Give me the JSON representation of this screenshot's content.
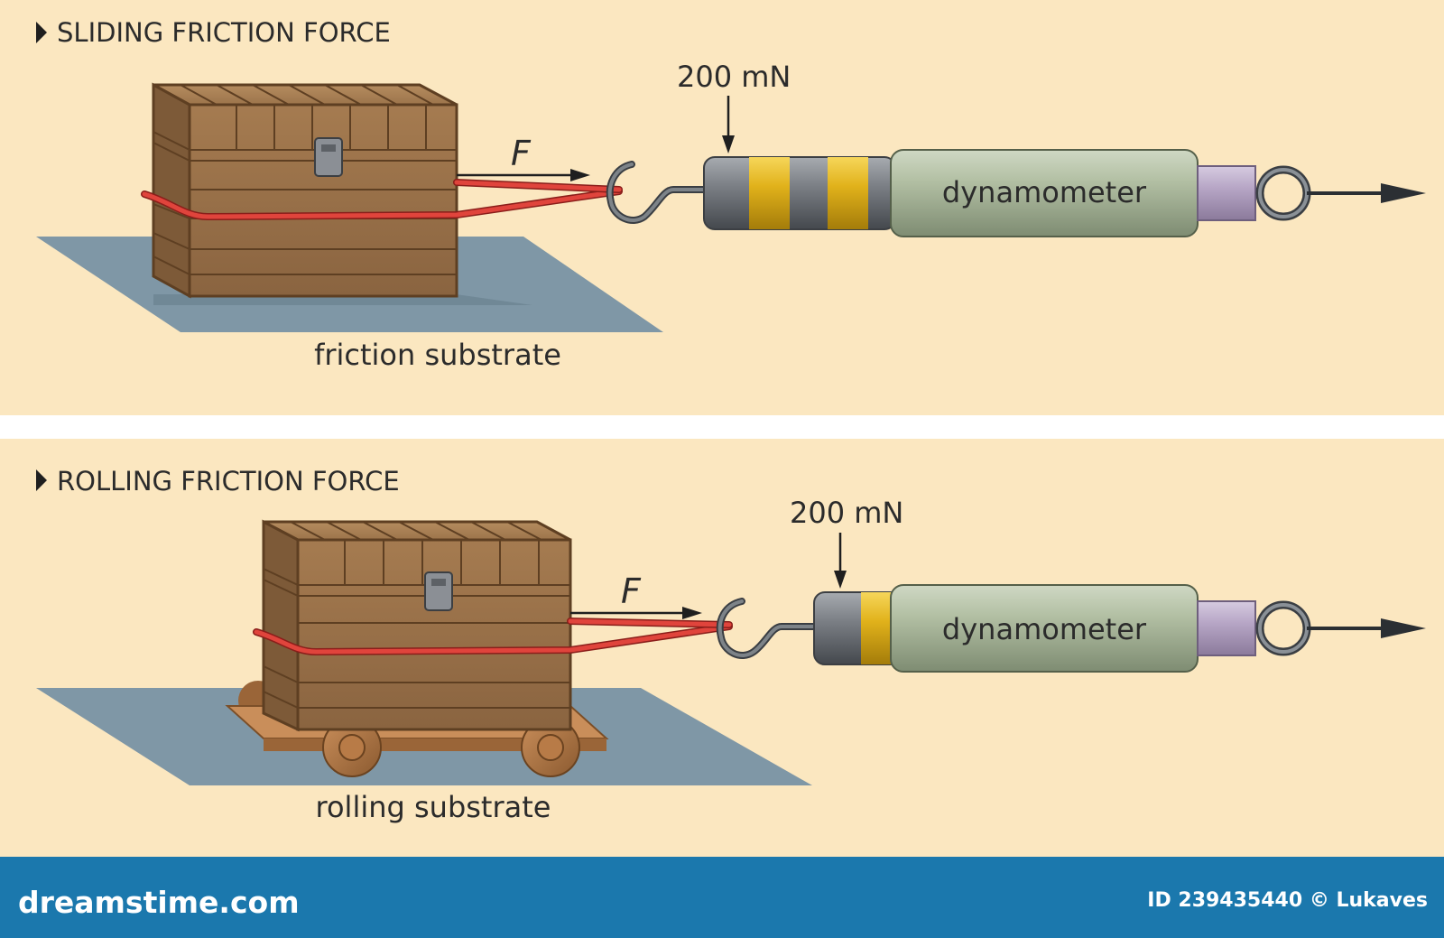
{
  "colors": {
    "background": "#fbe7c0",
    "separator": "#ffffff",
    "footer": "#1b78ad",
    "substrate": "#7f97a6",
    "crate": "#9a7248",
    "crate_dark": "#6b4a2a",
    "rope": "#e0443c",
    "dynamometer_body": "#a9b79a",
    "yellow_band": "#e6b81a",
    "gray_band": "#7d8085",
    "handle": "#b9a7c7",
    "hook": "#53585e"
  },
  "panels": {
    "sliding": {
      "title": "SLIDING FRICTION FORCE",
      "force_label": "F",
      "reading": "200 mN",
      "device_label": "dynamometer",
      "substrate_label": "friction substrate"
    },
    "rolling": {
      "title": "ROLLING FRICTION FORCE",
      "force_label": "F",
      "reading": "200 mN",
      "device_label": "dynamometer",
      "substrate_label": "rolling substrate"
    }
  },
  "footer": {
    "brand": "dreamstime.com",
    "credit": "ID 239435440 © Lukaves"
  }
}
